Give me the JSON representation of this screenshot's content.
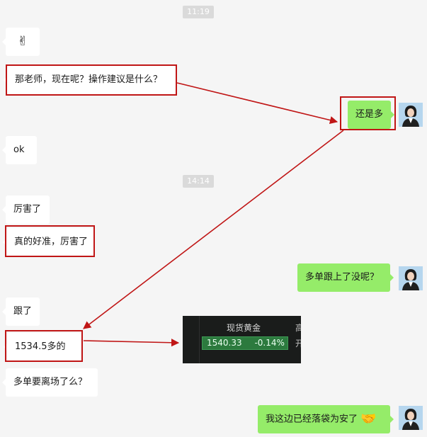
{
  "timestamps": [
    "11:19",
    "14:14"
  ],
  "messages": {
    "m1": {
      "emoji": "✌"
    },
    "m2": {
      "text": "那老师，现在呢？操作建议是什么？"
    },
    "m3": {
      "text": "还是多"
    },
    "m4": {
      "text": "ok"
    },
    "m5": {
      "text": "厉害了"
    },
    "m6": {
      "text": "真的好准，厉害了"
    },
    "m7": {
      "text": "多单跟上了没呢？"
    },
    "m8": {
      "text": "跟了"
    },
    "m9": {
      "text": "1534.5多的"
    },
    "m10": {
      "text": "多单要离场了么？"
    },
    "m11": {
      "text": "我这边已经落袋为安了",
      "emoji": "🤝"
    }
  },
  "image_card": {
    "title": "现货黄金",
    "price": "1540.33",
    "change": "-0.14%",
    "edge_top": "高",
    "edge_bottom": "开"
  },
  "colors": {
    "background": "#f5f5f5",
    "incoming_bubble": "#ffffff",
    "outgoing_bubble": "#95ec69",
    "highlight": "#c01616",
    "quote_bg": "#2c7a3e"
  },
  "icons": {
    "avatar": "female-avatar-icon",
    "arrow": "red-arrow"
  }
}
